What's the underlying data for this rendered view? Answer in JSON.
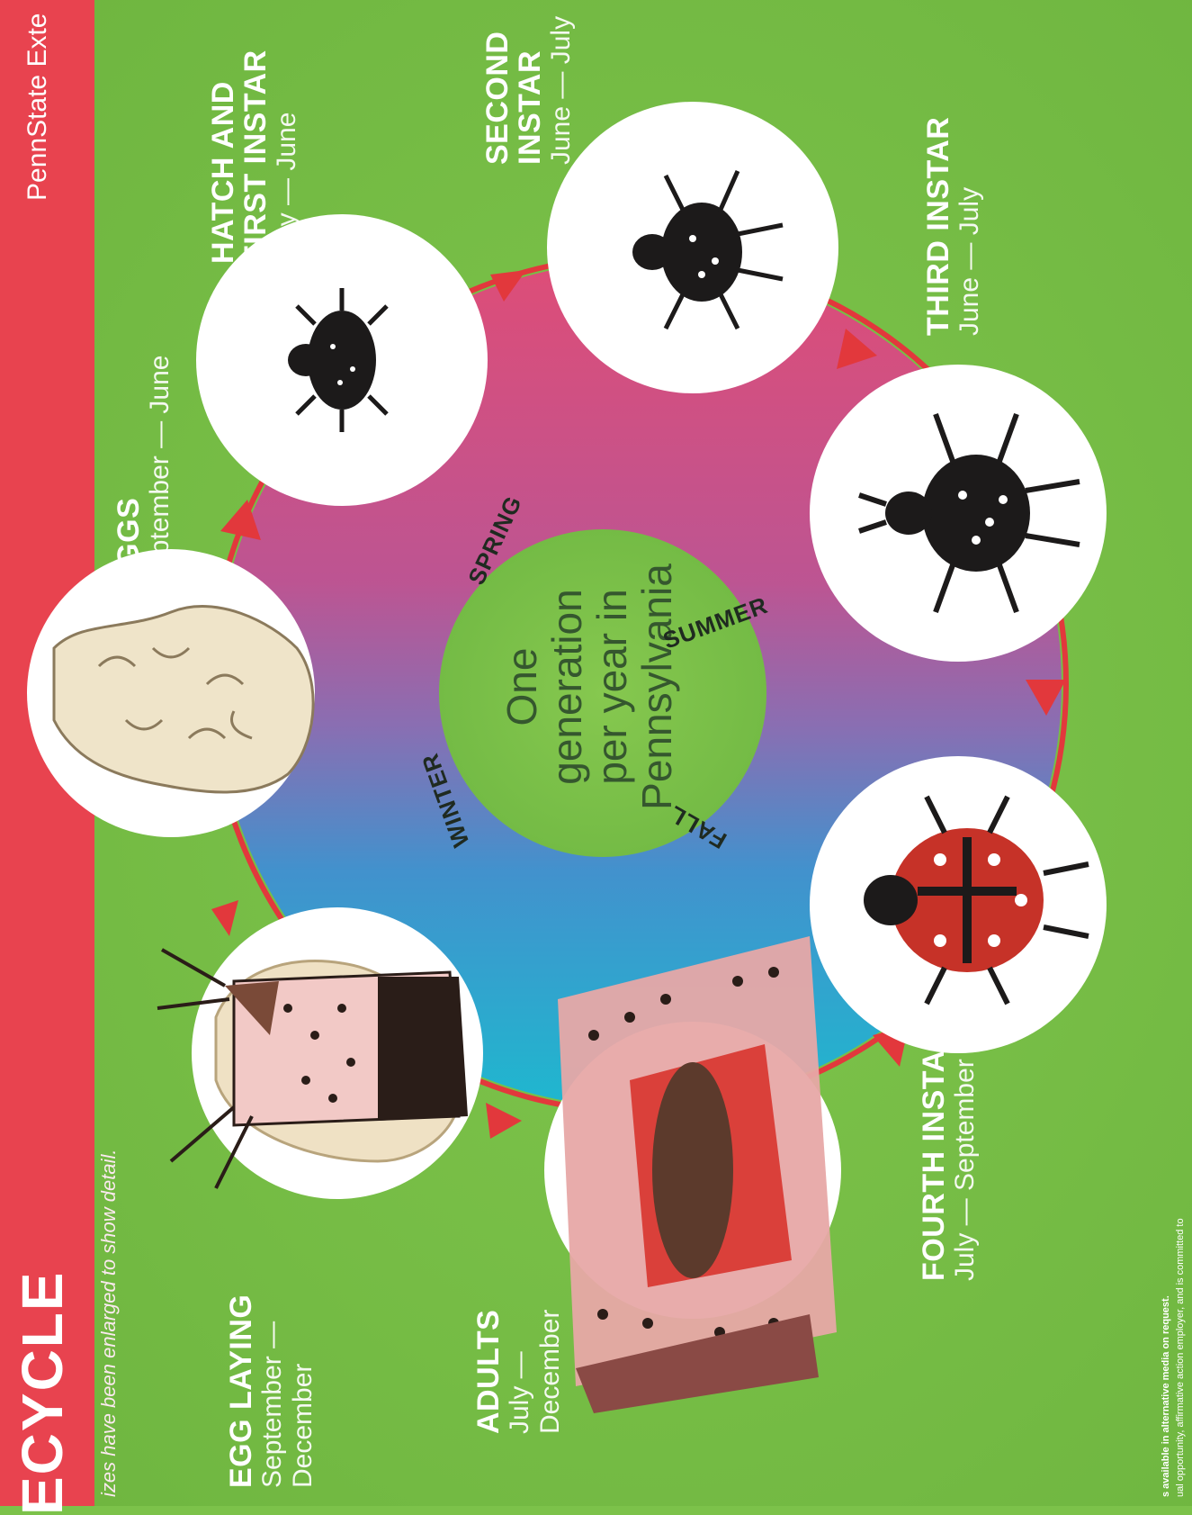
{
  "header": {
    "title": "ECYCLE",
    "brand": "PennState Exte",
    "note": "izes have been enlarged to show detail."
  },
  "center": {
    "lines": [
      "One",
      "generation",
      "per year in",
      "Pennsylvania"
    ]
  },
  "seasons": {
    "spring": "SPRING",
    "summer": "SUMMER",
    "fall": "FALL",
    "winter": "WINTER"
  },
  "stages": [
    {
      "id": "egg-laying",
      "title_lines": [
        "EGG LAYING"
      ],
      "date_lines": [
        "September —",
        "December"
      ]
    },
    {
      "id": "eggs",
      "title_lines": [
        "EGGS"
      ],
      "date_lines": [
        "September — June"
      ]
    },
    {
      "id": "hatch-first-instar",
      "title_lines": [
        "HATCH AND",
        "FIRST INSTAR"
      ],
      "date_lines": [
        "May — June"
      ]
    },
    {
      "id": "second-instar",
      "title_lines": [
        "SECOND",
        "INSTAR"
      ],
      "date_lines": [
        "June — July"
      ]
    },
    {
      "id": "third-instar",
      "title_lines": [
        "THIRD INSTAR"
      ],
      "date_lines": [
        "June — July"
      ]
    },
    {
      "id": "fourth-instar",
      "title_lines": [
        "FOURTH INSTAR"
      ],
      "date_lines": [
        "July — September"
      ]
    },
    {
      "id": "adults",
      "title_lines": [
        "ADULTS"
      ],
      "date_lines": [
        "July —",
        "December"
      ]
    }
  ],
  "footer": {
    "line1": "s available in alternative media on request.",
    "line2": "ual opportunity, affirmative action employer, and is committed to"
  },
  "colors": {
    "background": "#7cc24a",
    "banner": "#e8434f",
    "cycle_arrow": "#e2383c"
  }
}
